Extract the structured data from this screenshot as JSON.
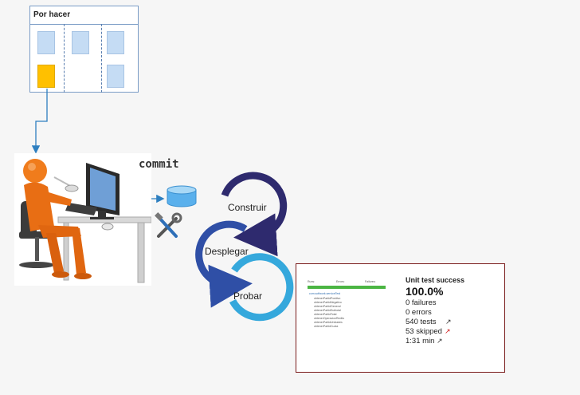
{
  "board": {
    "title": "Por hacer"
  },
  "commit_label": "commit",
  "pipeline": {
    "stages": [
      "Construir",
      "Desplegar",
      "Probar"
    ]
  },
  "report": {
    "header": [
      "Runs:",
      "Errors:",
      "Failures:"
    ],
    "suite_title": "com.softwork.serviceTest",
    "methods": [
      "obtenerPartidPositivo",
      "obtenerPartidNegativo",
      "obtenerPartidGeneral",
      "obtenerPartidSubtotal",
      "obtenerPartidTotal",
      "obtenerOperacionRedito",
      "obtenerPartidUnidades",
      "obtenerPartidCuota"
    ]
  },
  "summary": {
    "title": "Unit test success",
    "percent": "100.0%",
    "failures": "0 failures",
    "errors": "0 errors",
    "tests": "540 tests",
    "skipped": "53 skipped",
    "duration": "1:31 min"
  },
  "colors": {
    "connector": "#2e7fc0",
    "construir_arc": "#2e2a6e",
    "desplegar_arc": "#2f4fa6",
    "probar_arc": "#35a8dc",
    "board_border": "#7a9cc6",
    "sticky_blue": "#c5dcf4",
    "sticky_yellow": "#ffc000",
    "test_box_border": "#7a1c1c"
  },
  "icons": [
    "sticky-note-icon",
    "person-at-computer-illustration",
    "database-icon",
    "tools-icon",
    "trend-arrow-icon"
  ]
}
